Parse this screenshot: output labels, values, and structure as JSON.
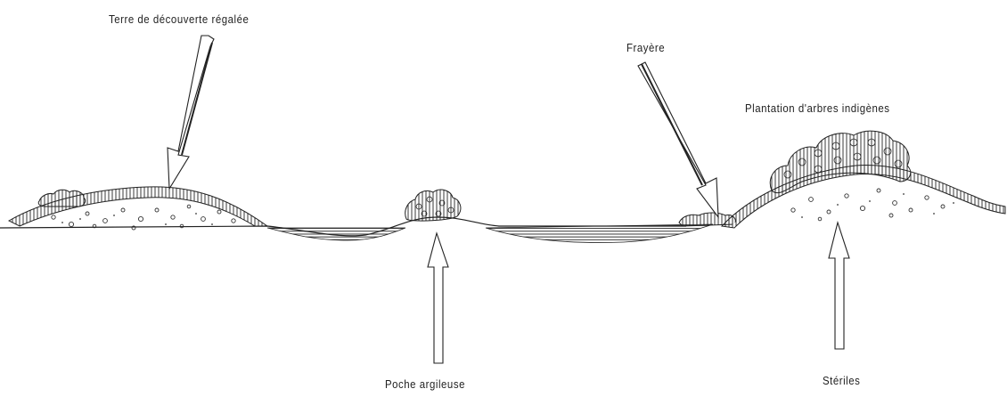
{
  "labels": {
    "terre": "Terre de découverte régalée",
    "frayere": "Frayère",
    "plantation": "Plantation d'arbres indigènes",
    "poche": "Poche argileuse",
    "steriles": "Stériles"
  }
}
